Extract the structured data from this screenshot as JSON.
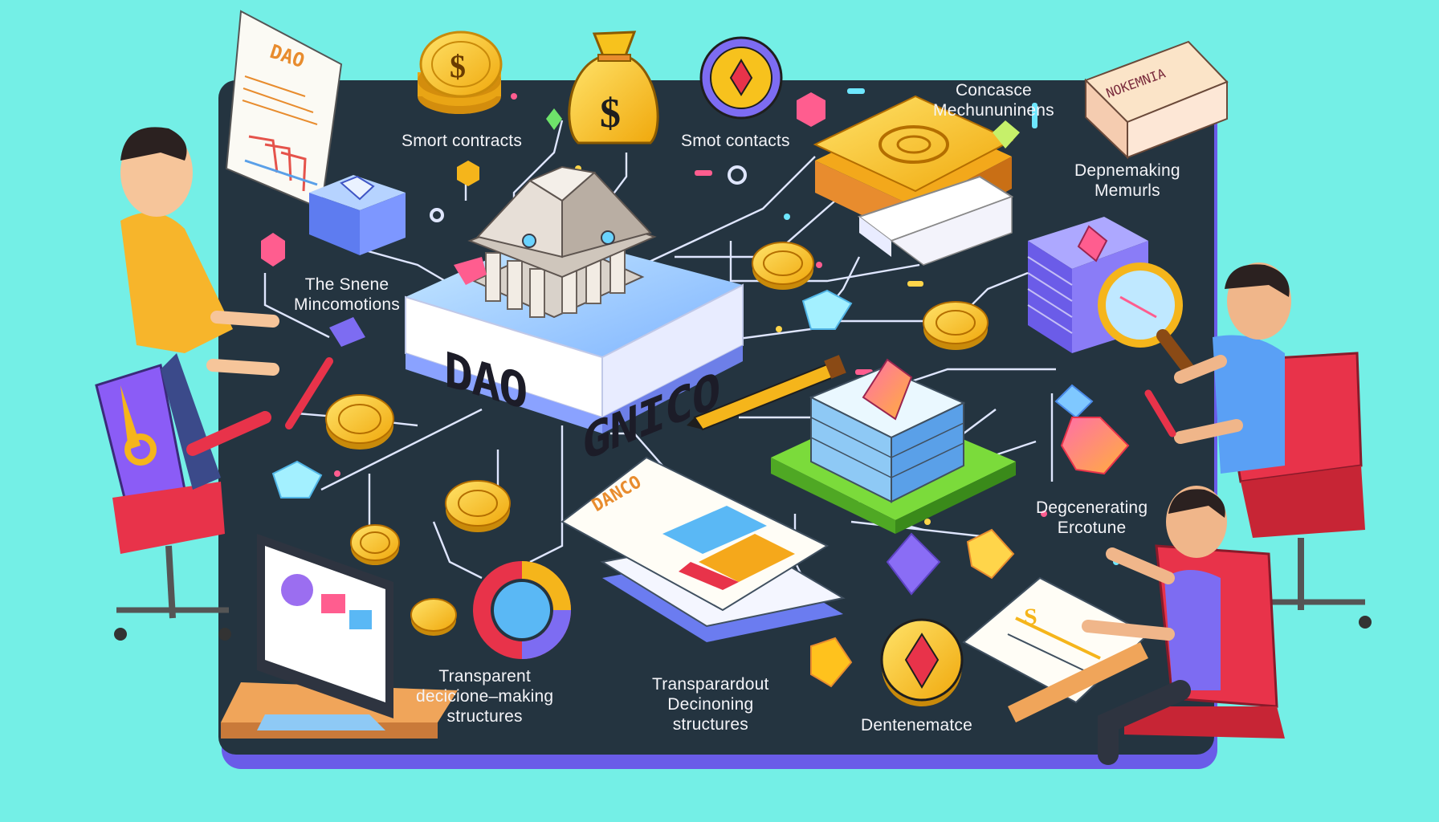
{
  "labels": {
    "smart_contracts_left": "Smort contracts",
    "smart_contracts_right": "Smot contacts",
    "consensus": [
      "Concasce",
      "Mechununinens"
    ],
    "decision_making": [
      "Depnemaking",
      "Memurls"
    ],
    "shared": [
      "The Snene",
      "Mincomotions"
    ],
    "degenerating": [
      "Degcenerating",
      "Ercotune"
    ],
    "transparent_left": [
      "Transparent",
      "decicione–making",
      "structures"
    ],
    "transparent_mid": [
      "Transparardout",
      "Decinoning",
      "structures"
    ],
    "denten": "Dentenematce"
  },
  "center": {
    "word_left": "DAO",
    "word_right": "GNICO"
  },
  "documents": {
    "top_left_doc": "DAO",
    "middle_doc": "DANCO",
    "top_right_box": "NOKEMNIA"
  },
  "symbols": {
    "dollar_coin": "$",
    "money_bag": "$",
    "note": "S"
  },
  "colors": {
    "background": "#74efe6",
    "board": "#243440",
    "board_rim": "#6a5ce8",
    "coin": "#f7c21d",
    "coin_edge": "#c98a0a",
    "purple": "#7d6cf2",
    "red_chair": "#e8334a"
  },
  "icons": [
    "gear-icon",
    "ethereum-icon",
    "dollar-coin-icon",
    "money-bag-icon",
    "magnifier-icon",
    "pen-icon",
    "computer-icon"
  ]
}
